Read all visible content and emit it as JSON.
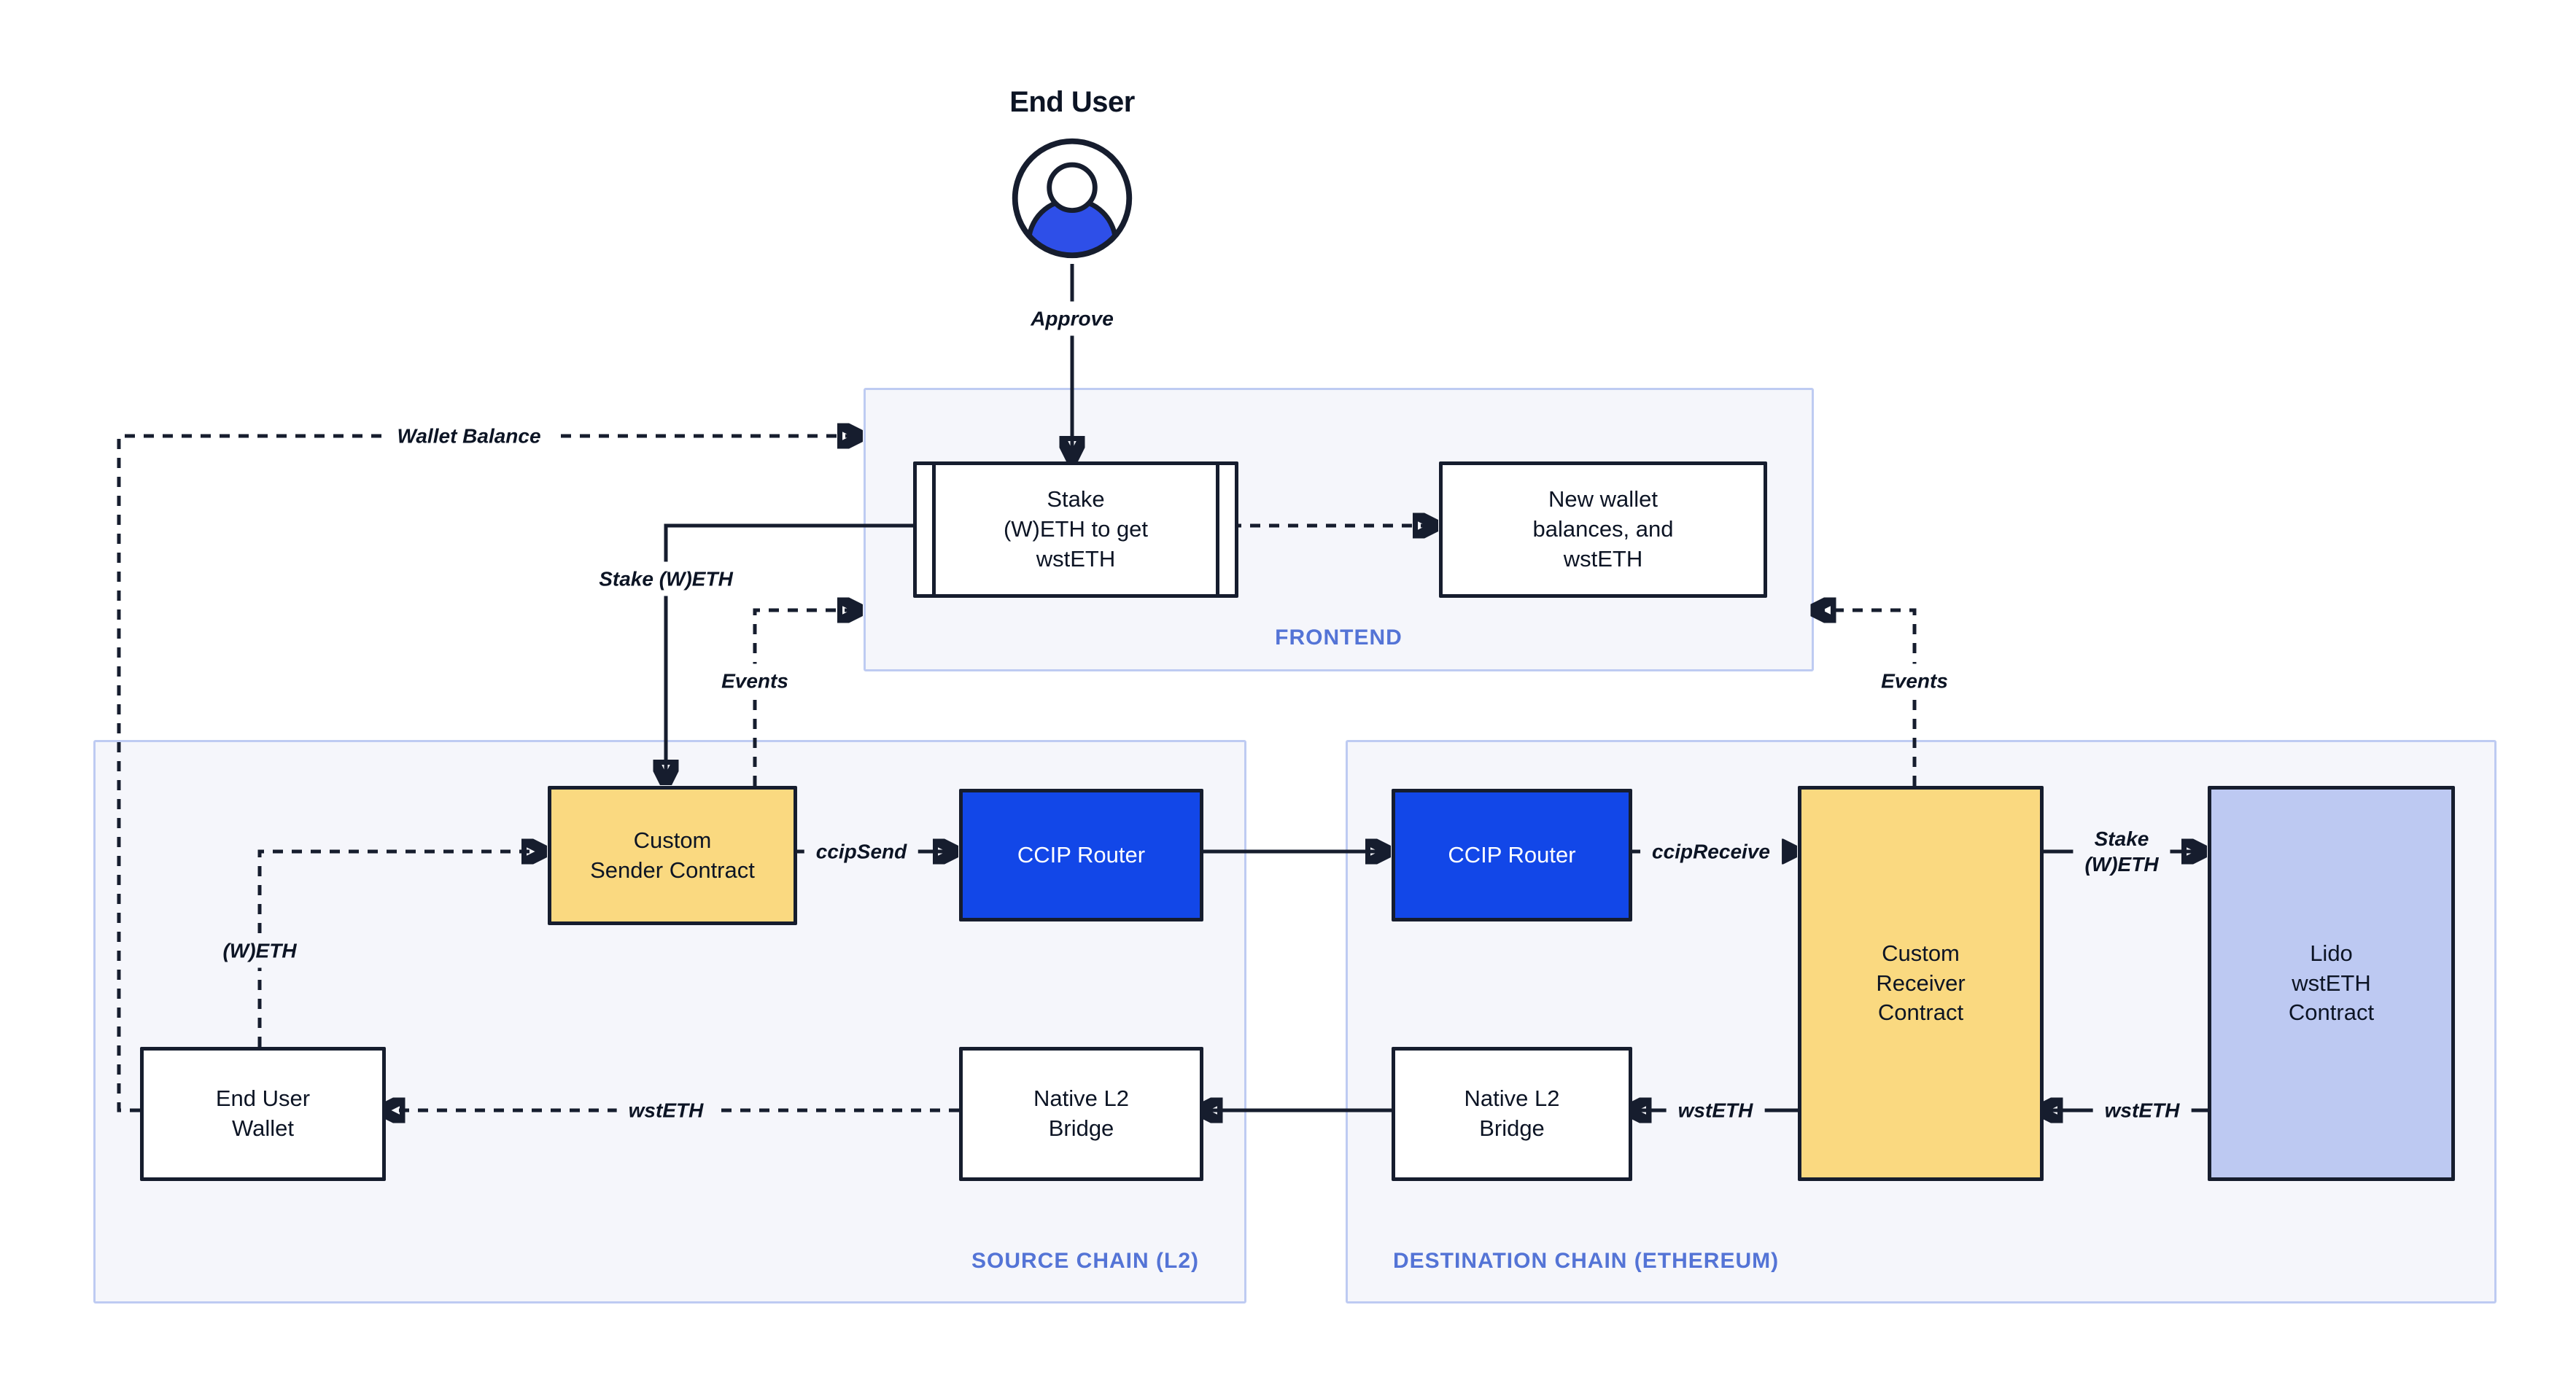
{
  "actor": {
    "title": "End User",
    "approve": "Approve"
  },
  "frontend": {
    "label": "FRONTEND",
    "stake_box": "Stake\n(W)ETH to get\nwstETH",
    "new_wallet_box": "New wallet\nbalances, and\nwstETH"
  },
  "source_chain": {
    "label": "SOURCE CHAIN (L2)",
    "custom_sender_contract": "Custom\nSender Contract",
    "ccip_router": "CCIP Router",
    "end_user_wallet": "End User\nWallet",
    "native_l2_bridge": "Native L2\nBridge"
  },
  "destination_chain": {
    "label": "DESTINATION CHAIN (ETHEREUM)",
    "ccip_router": "CCIP Router",
    "custom_receiver_contract": "Custom\nReceiver\nContract",
    "lido_wsteth_contract": "Lido\nwstETH\nContract",
    "native_l2_bridge": "Native L2\nBridge"
  },
  "edge_labels": {
    "wallet_balance": "Wallet Balance",
    "stake_weth": "Stake (W)ETH",
    "events_left": "Events",
    "events_right": "Events",
    "ccip_send": "ccipSend",
    "ccip_receive": "ccipReceive",
    "stake_weth_dest": "Stake\n(W)ETH",
    "wsteth_source_bridge_to_wallet": "wstETH",
    "wsteth_receiver_to_bridge": "wstETH",
    "wsteth_lido_to_receiver": "wstETH",
    "weth": "(W)ETH"
  },
  "colors": {
    "router_blue": "#1247E8",
    "icon_blue": "#2E4FE8",
    "contract_yellow": "#FAD980",
    "lido_periwinkle": "#BDC9F2",
    "chain_bg": "#F5F6FB",
    "chain_border": "#BECBF2",
    "chain_label_blue": "#5474D6",
    "line_dark": "#161D2E"
  }
}
